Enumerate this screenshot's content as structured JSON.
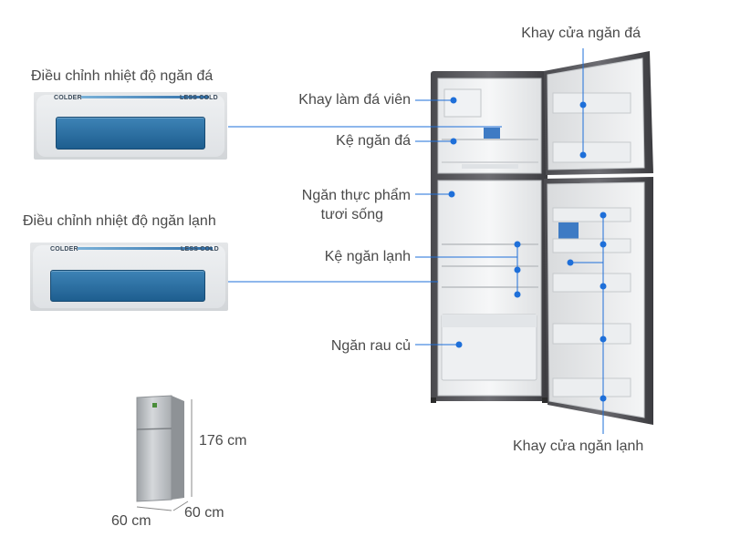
{
  "labels": {
    "freezer_control": "Điều chỉnh nhiệt độ ngăn đá",
    "fridge_control": "Điều chỉnh nhiệt độ ngăn lạnh",
    "freezer_door_tray": "Khay cửa ngăn đá",
    "ice_tray": "Khay làm đá viên",
    "freezer_shelf": "Kệ ngăn đá",
    "fresh_food_line1": "Ngăn thực phẩm",
    "fresh_food_line2": "tươi sống",
    "fridge_shelf": "Kệ ngăn lạnh",
    "vegetable_drawer": "Ngăn rau củ",
    "fridge_door_tray": "Khay cửa ngăn lạnh"
  },
  "controls": {
    "colder": "COLDER",
    "less_cold": "LESS COLD"
  },
  "dimensions": {
    "height": "176 cm",
    "width": "60 cm",
    "depth": "60 cm"
  },
  "colors": {
    "accent": "#1e6fd9",
    "knob": "#2a6fa3",
    "line": "#1e6fd9"
  }
}
